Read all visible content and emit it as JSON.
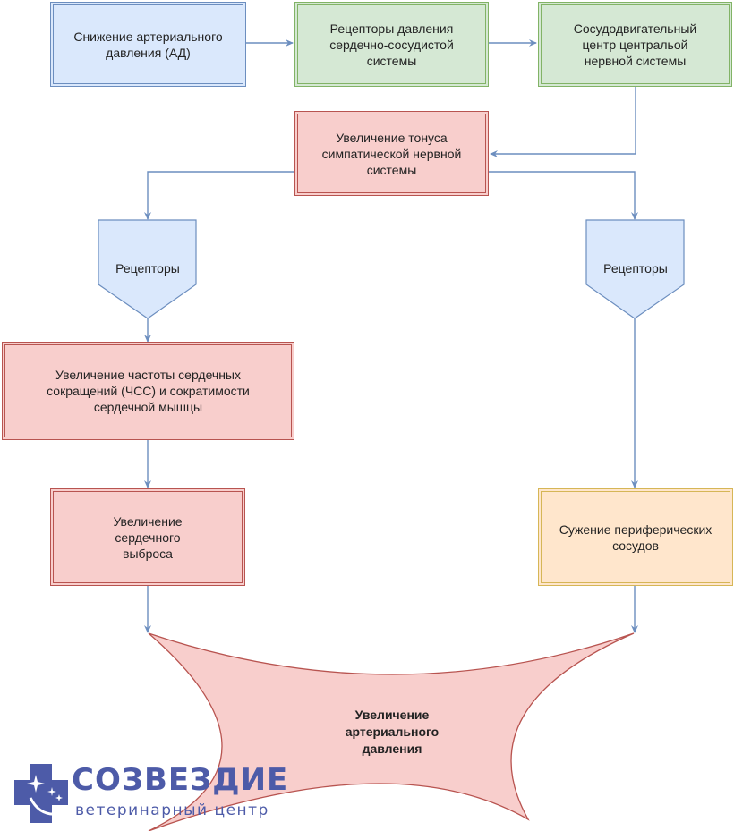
{
  "diagram": {
    "title": "Regulation of arterial pressure flowchart",
    "nodes": {
      "bp_decrease": "Снижение артериального\nдавления (АД)",
      "baroreceptors": "Рецепторы давления\nсердечно-сосудистой\nсистемы",
      "vasomotor_center": "Сосудодвигательный\nцентр центральой\nнервной системы",
      "sympathetic_tone": "Увеличение тонуса\nсимпатической нервной\nсистемы",
      "receptors_left": "Рецепторы",
      "receptors_right": "Рецепторы",
      "heart_rate": "Увеличение частоты сердечных\nсокращений (ЧСС) и сократимости\nсердечной мышцы",
      "cardiac_output": "Увеличение\nсердечного\nвыброса",
      "vasoconstriction": "Сужение периферических\nсосудов",
      "bp_increase": "Увеличение\nартериального\nдавления"
    },
    "edges": [
      [
        "bp_decrease",
        "baroreceptors"
      ],
      [
        "baroreceptors",
        "vasomotor_center"
      ],
      [
        "vasomotor_center",
        "sympathetic_tone"
      ],
      [
        "sympathetic_tone",
        "receptors_left"
      ],
      [
        "sympathetic_tone",
        "receptors_right"
      ],
      [
        "receptors_left",
        "heart_rate"
      ],
      [
        "heart_rate",
        "cardiac_output"
      ],
      [
        "receptors_right",
        "vasoconstriction"
      ],
      [
        "cardiac_output",
        "bp_increase"
      ],
      [
        "vasoconstriction",
        "bp_increase"
      ]
    ],
    "colors": {
      "blue_fill": "#dae8fc",
      "blue_stroke": "#6c8ebf",
      "green_fill": "#d5e8d4",
      "green_stroke": "#82b366",
      "red_fill": "#f8cecc",
      "red_stroke": "#b85450",
      "orange_fill": "#ffe6cc",
      "orange_stroke": "#d6b656",
      "edge": "#6c8ebf"
    }
  },
  "logo": {
    "name": "СОЗВЕЗДИЕ",
    "subtitle": "ветеринарный центр",
    "color": "#4d5ba8"
  }
}
